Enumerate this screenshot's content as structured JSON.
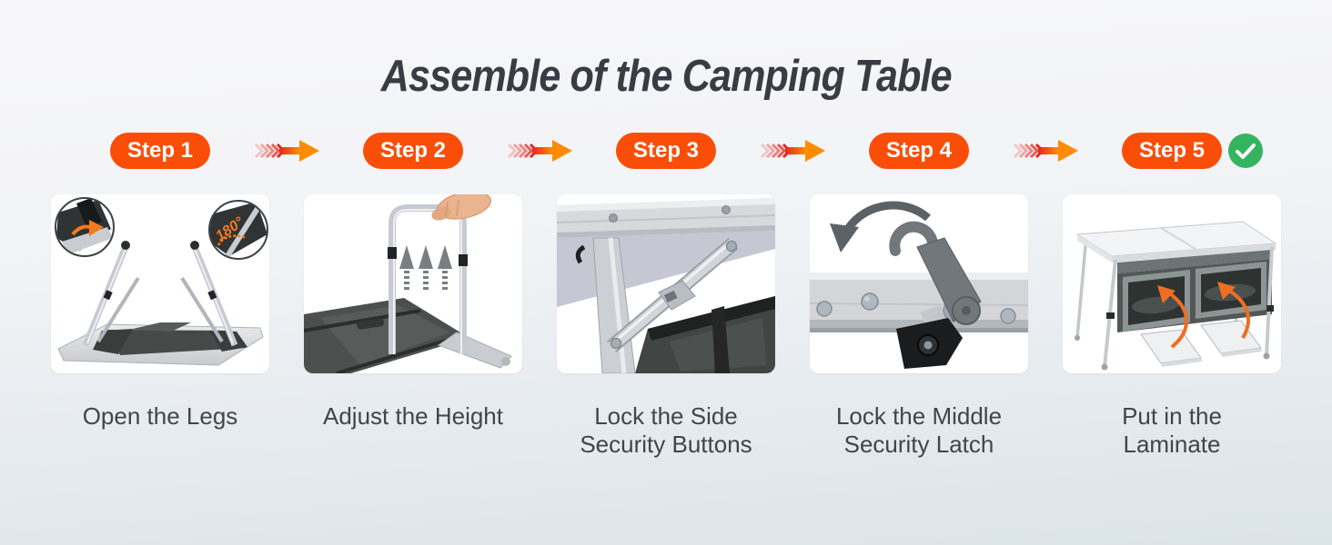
{
  "page": {
    "title": "Assemble of the Camping Table"
  },
  "colors": {
    "accent_orange": "#fa4e08",
    "arrow_red": "#e8251c",
    "arrow_orange": "#ff8c00",
    "check_green": "#35b45f",
    "title_gray": "#383d44",
    "caption_gray": "#3f464c",
    "card_white": "#ffffff"
  },
  "icons": {
    "step_arrow": "gradient-chevron-arrow-right-icon",
    "check": "green-check-icon"
  },
  "steps": [
    {
      "badge": "Step 1",
      "caption": "Open the Legs",
      "illustration": "folded-table-legs-opened",
      "inset_label": "180°"
    },
    {
      "badge": "Step 2",
      "caption": "Adjust the Height",
      "illustration": "hand-lifting-leg-frame"
    },
    {
      "badge": "Step 3",
      "caption": "Lock the Side\nSecurity Buttons",
      "illustration": "side-brace-closeup"
    },
    {
      "badge": "Step 4",
      "caption": "Lock the Middle\nSecurity Latch",
      "illustration": "middle-latch-closeup"
    },
    {
      "badge": "Step 5",
      "caption": "Put in the\nLaminate",
      "illustration": "assembled-table-with-laminate-boards",
      "has_check": true
    }
  ]
}
